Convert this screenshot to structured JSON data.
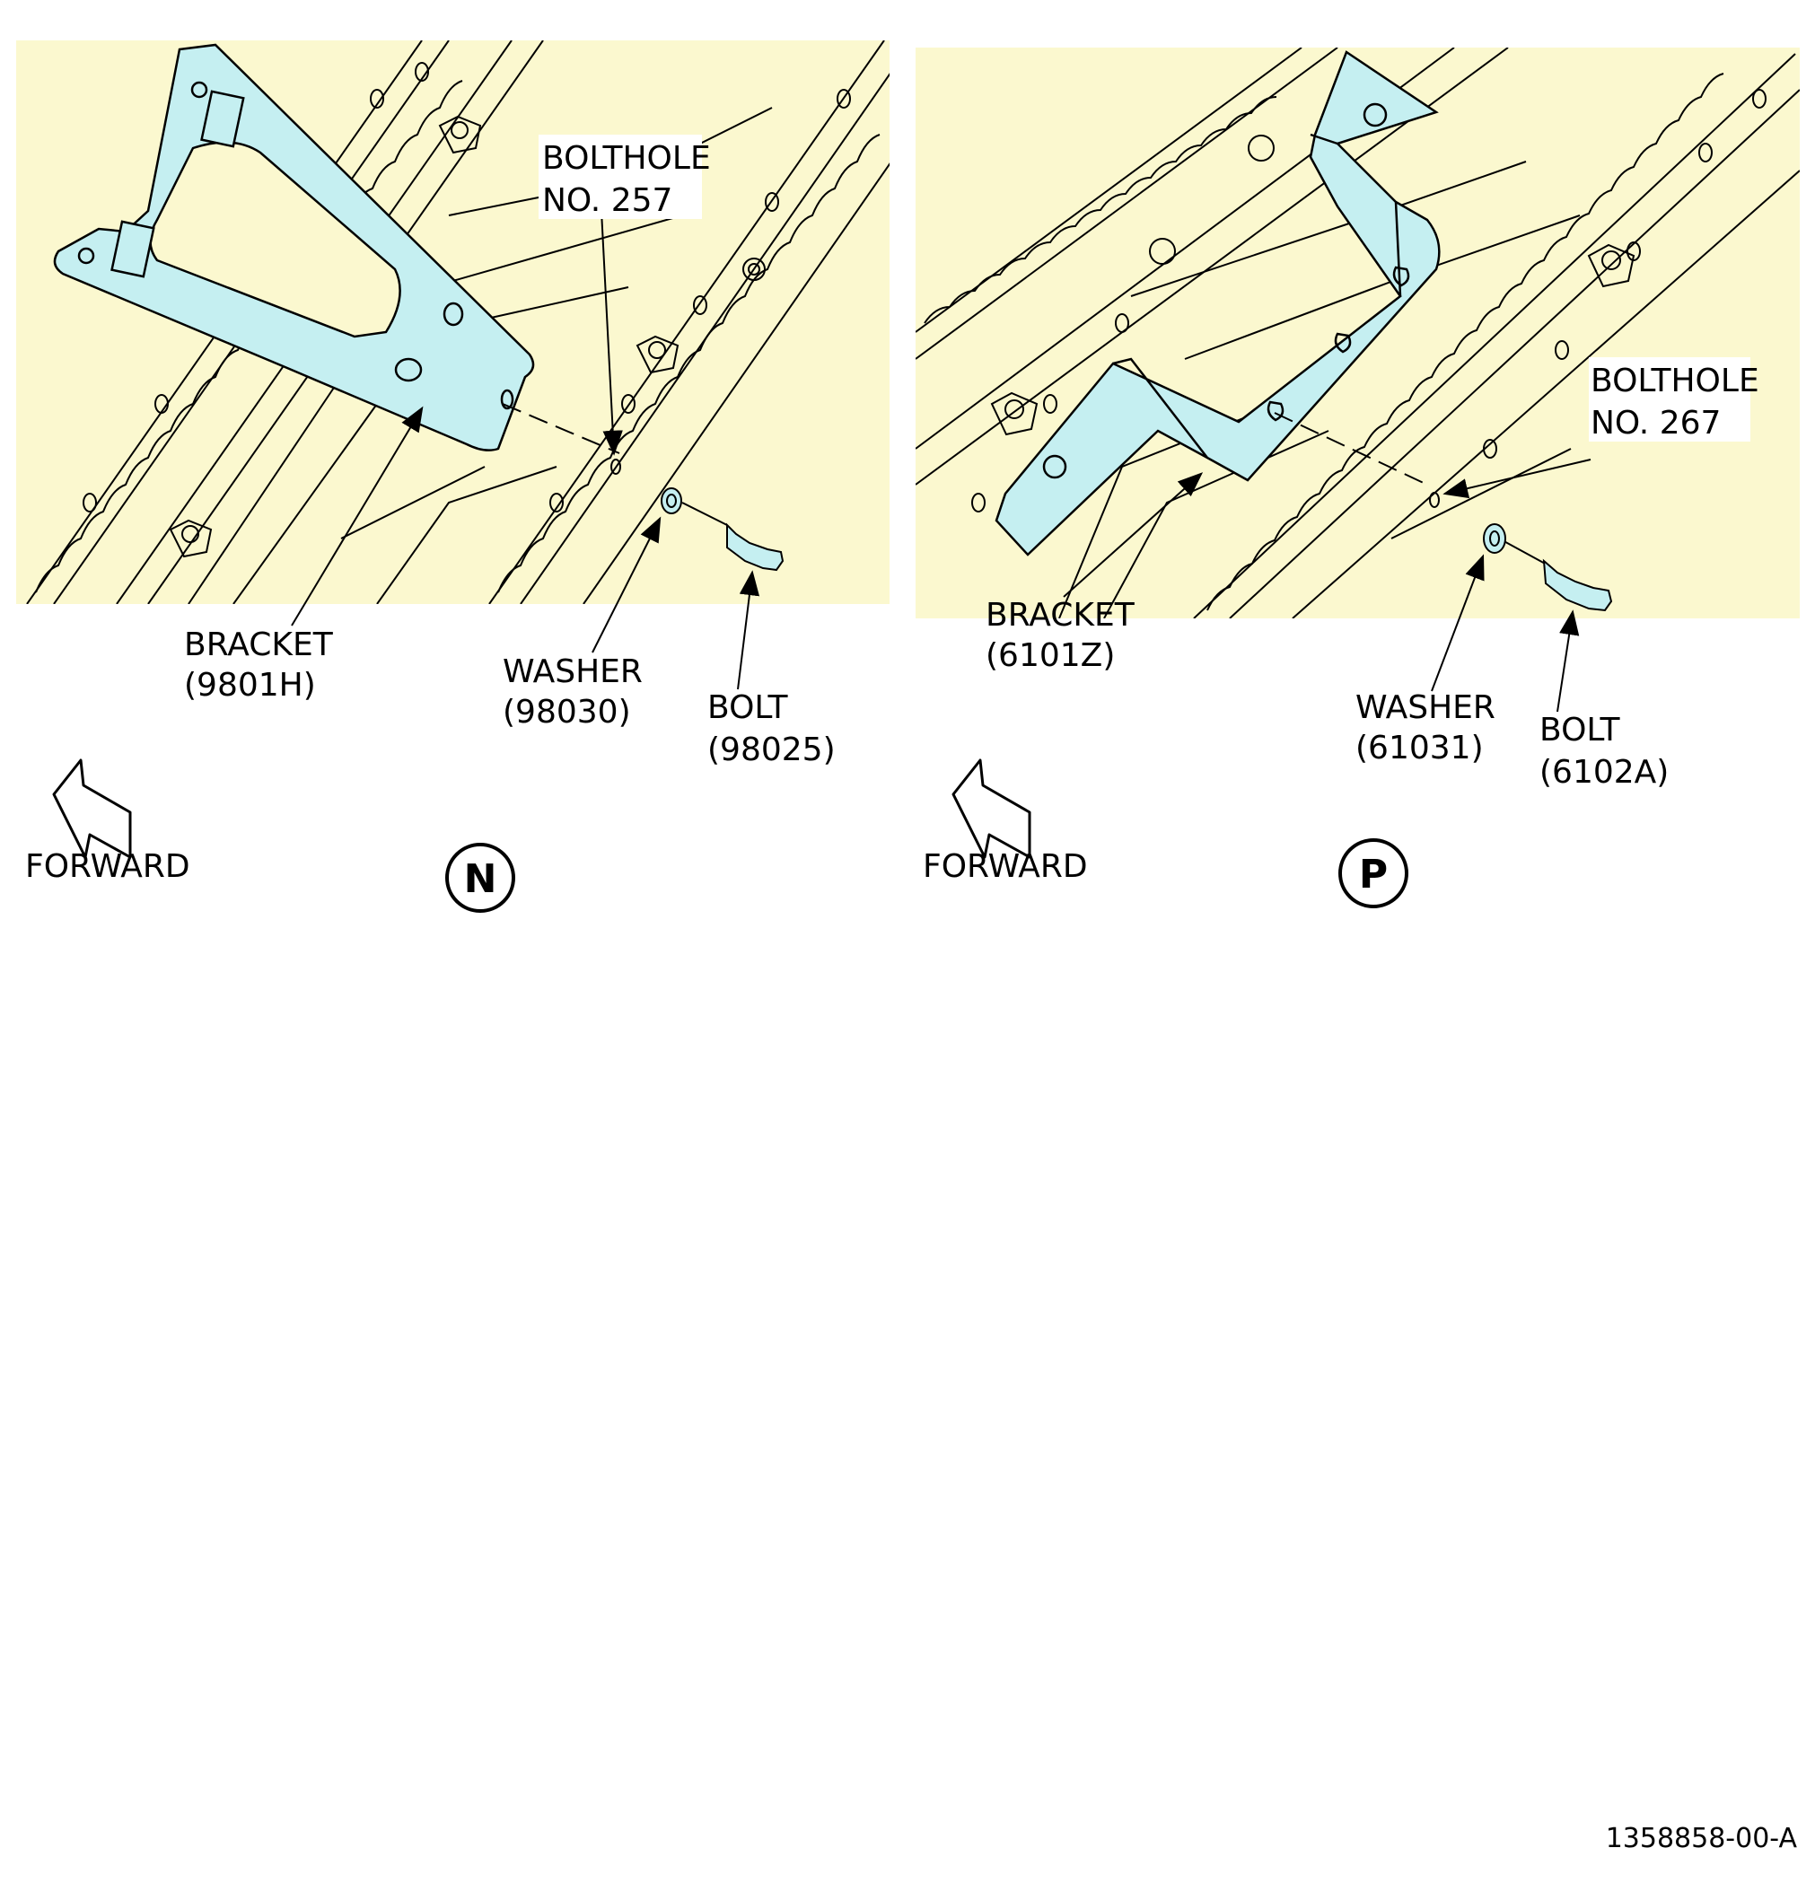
{
  "colors": {
    "panel_fill": "#fbf8cf",
    "bracket_fill": "#c5eff1",
    "line": "#000000",
    "background": "#ffffff"
  },
  "view_n": {
    "label": "N",
    "bolthole": {
      "line1": "BOLTHOLE",
      "line2": "NO. 257"
    },
    "bracket": {
      "line1": "BRACKET",
      "line2": "(9801H)"
    },
    "washer": {
      "line1": "WASHER",
      "line2": "(98030)"
    },
    "bolt": {
      "line1": "BOLT",
      "line2": "(98025)"
    },
    "forward": "FORWARD"
  },
  "view_p": {
    "label": "P",
    "bolthole": {
      "line1": "BOLTHOLE",
      "line2": "NO. 267"
    },
    "bracket": {
      "line1": "BRACKET",
      "line2": "(6101Z)"
    },
    "washer": {
      "line1": "WASHER",
      "line2": "(61031)"
    },
    "bolt": {
      "line1": "BOLT",
      "line2": "(6102A)"
    },
    "forward": "FORWARD"
  },
  "drawing_number": "1358858-00-A"
}
